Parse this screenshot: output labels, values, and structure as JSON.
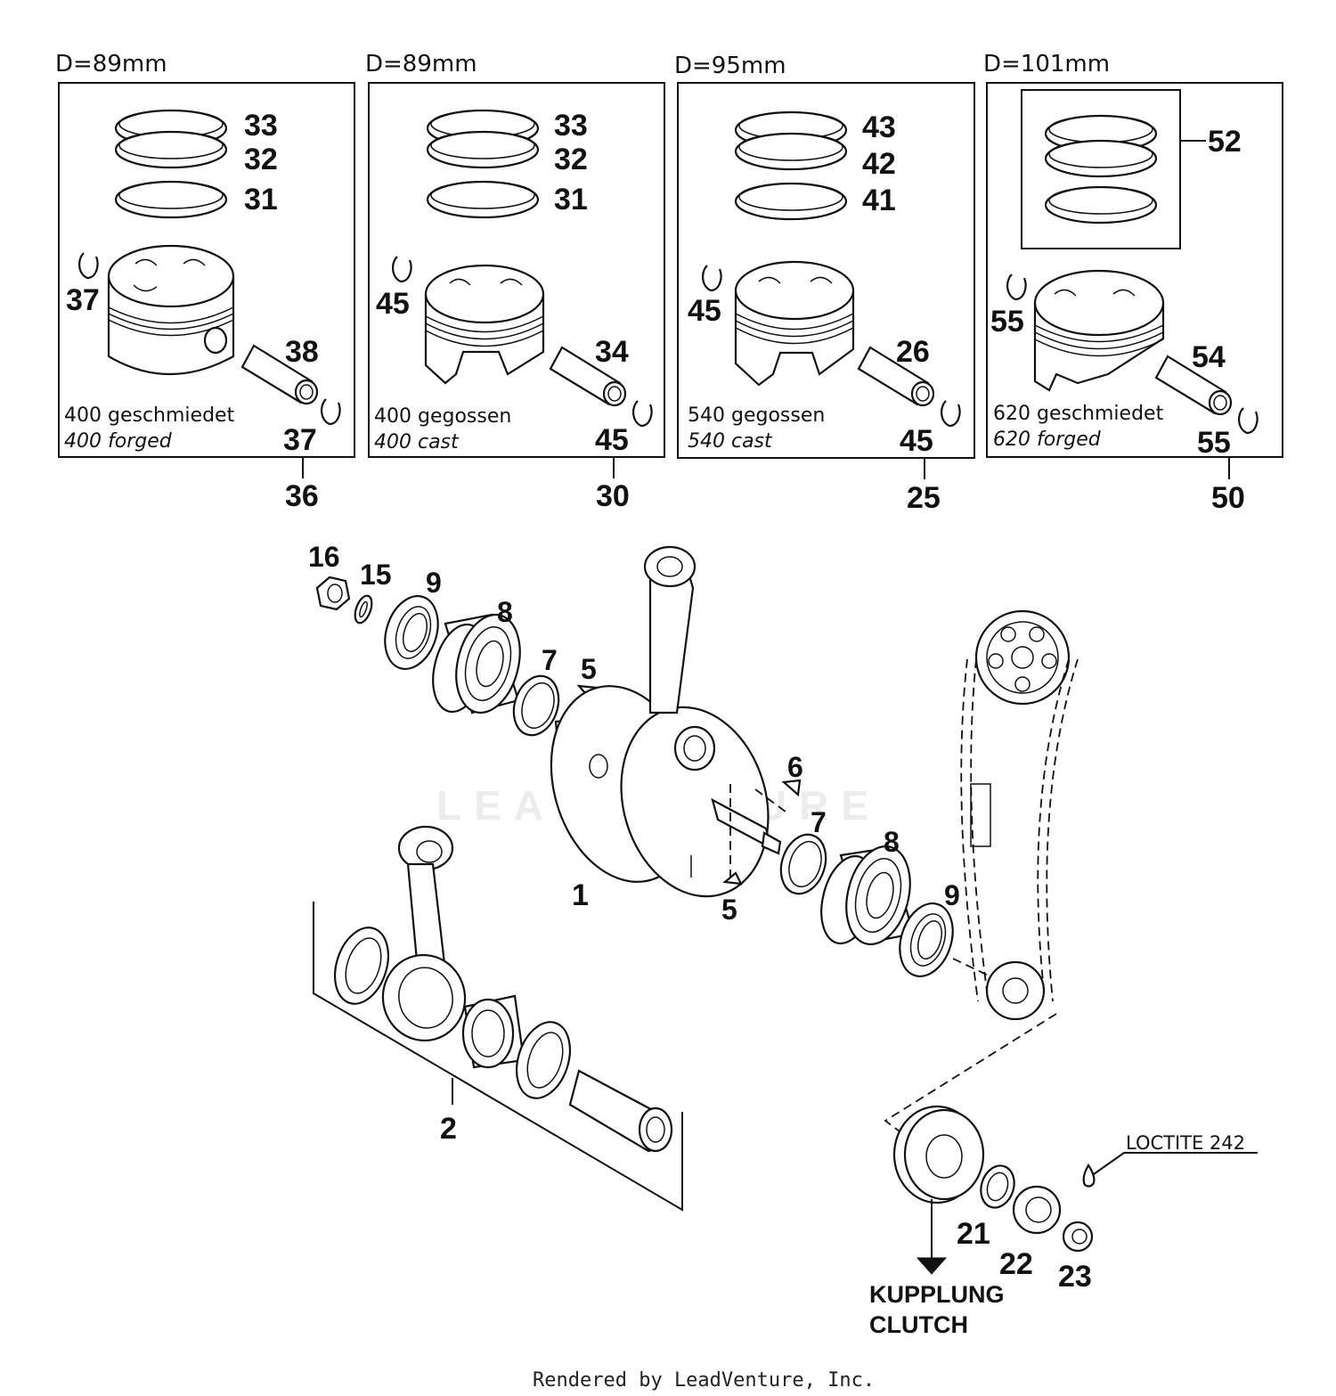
{
  "watermark": "LEADVENTURE",
  "footer": "Rendered by LeadVenture, Inc.",
  "piston_kits": [
    {
      "diameter": "D=89mm",
      "ring_labels": [
        "33",
        "32",
        "31"
      ],
      "clip_label": "37",
      "pin_label": "38",
      "clip2_label": "37",
      "caption_de": "400 geschmiedet",
      "caption_en": "400 forged",
      "kit_number": "36"
    },
    {
      "diameter": "D=89mm",
      "ring_labels": [
        "33",
        "32",
        "31"
      ],
      "clip_label": "45",
      "pin_label": "34",
      "clip2_label": "45",
      "caption_de": "400 gegossen",
      "caption_en": "400 cast",
      "kit_number": "30"
    },
    {
      "diameter": "D=95mm",
      "ring_labels": [
        "43",
        "42",
        "41"
      ],
      "clip_label": "45",
      "pin_label": "26",
      "clip2_label": "45",
      "caption_de": "540 gegossen",
      "caption_en": "540 cast",
      "kit_number": "25"
    },
    {
      "diameter": "D=101mm",
      "ring_labels": [
        "52"
      ],
      "clip_label": "55",
      "pin_label": "54",
      "clip2_label": "55",
      "caption_de": "620 geschmiedet",
      "caption_en": "620 forged",
      "kit_number": "50"
    }
  ],
  "crank_labels": {
    "nut": "16",
    "lock_washer": "15",
    "seal_left": "9",
    "bearing_left": "8",
    "shim_left": "7",
    "key_top": "5",
    "key_right": "6",
    "shim_right": "7",
    "bearing_right": "8",
    "seal_right": "9",
    "crankshaft": "1",
    "key_bottom": "5",
    "conrod_kit": "2",
    "spacer": "21",
    "nut_gear": "22",
    "nut_small": "23"
  },
  "loctite": "LOCTITE 242",
  "clutch_de": "KUPPLUNG",
  "clutch_en": "CLUTCH"
}
